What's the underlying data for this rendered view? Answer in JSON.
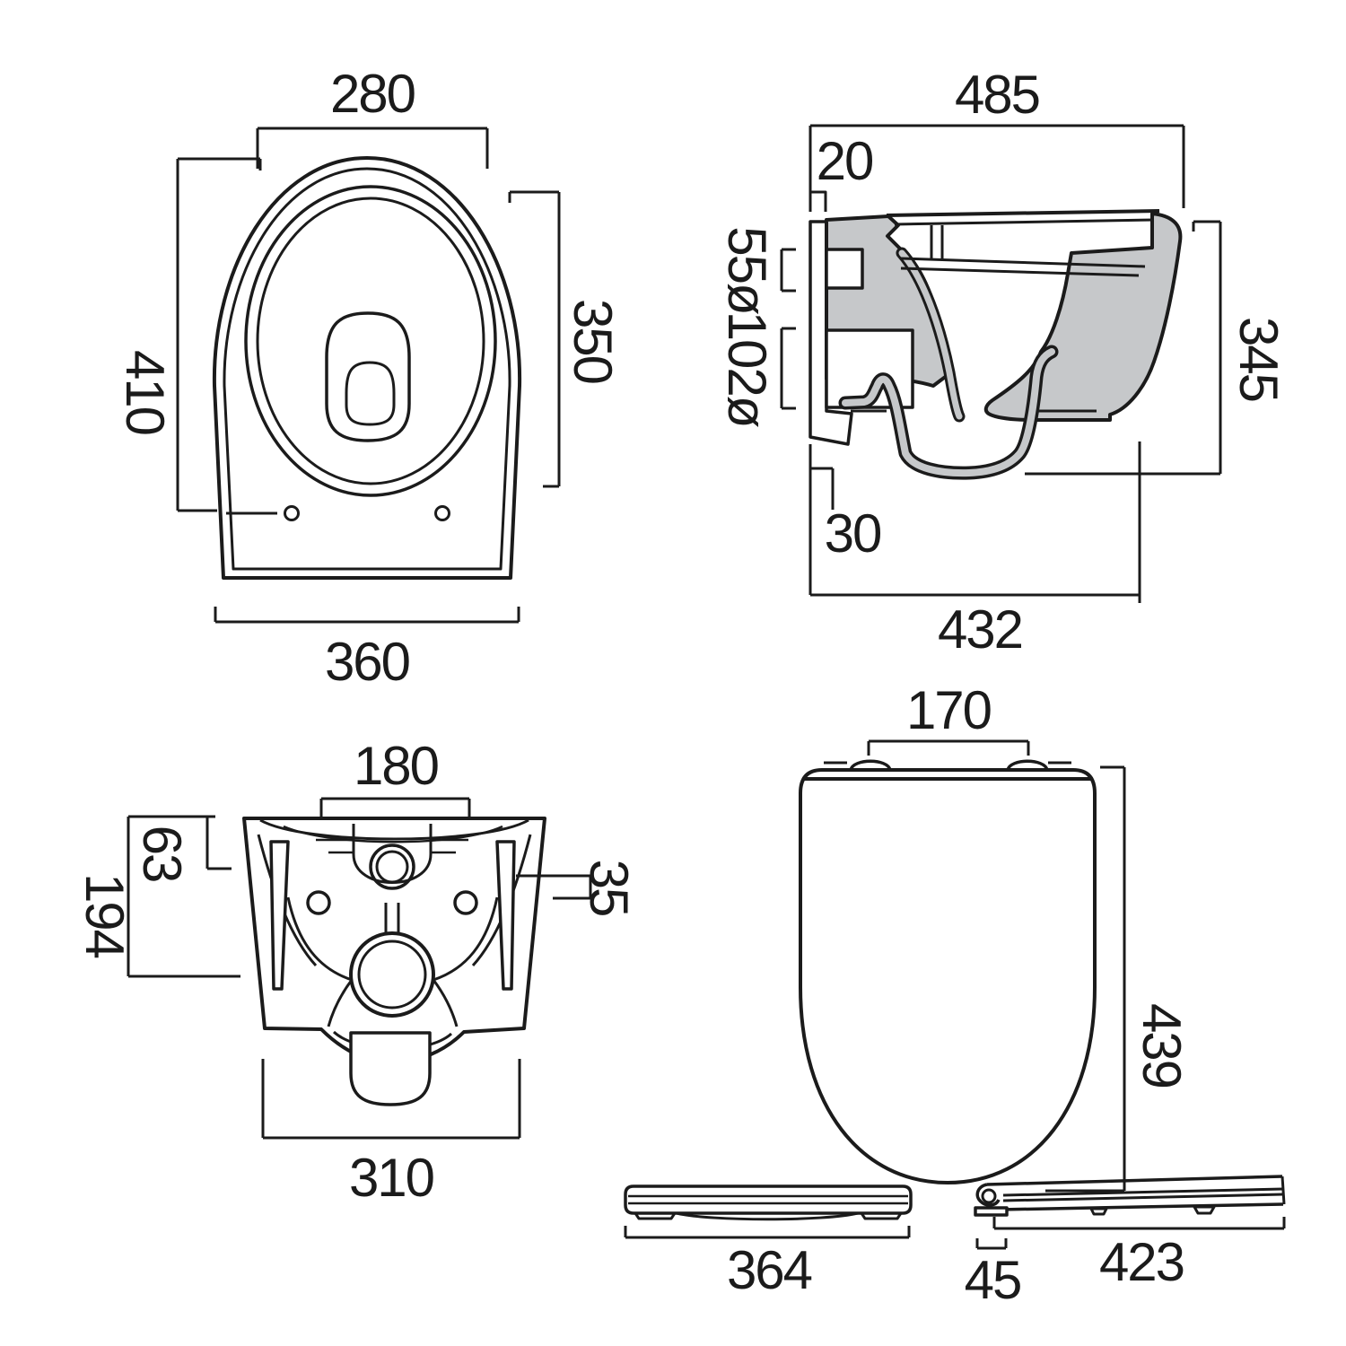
{
  "colors": {
    "line": "#1b1b1b",
    "ceramic_section_fill": "#c6c8ca",
    "background": "#ffffff"
  },
  "labels": {
    "plan": {
      "width_top": "280",
      "height_left": "410",
      "height_right": "350",
      "width_bottom": "360"
    },
    "section": {
      "depth_overall": "485",
      "wall_offset": "20",
      "inlet_diameter": "55ø",
      "outlet_diameter": "102ø",
      "height": "345",
      "floor_offset": "30",
      "depth_bowl": "432"
    },
    "rear": {
      "fixing_hole_centres": "180",
      "drop_upper": "63",
      "drop_lower": "194",
      "side_step": "35",
      "width": "310"
    },
    "seat_plan": {
      "hinge_centres": "170",
      "length": "439"
    },
    "seat_front": {
      "width": "364"
    },
    "seat_side": {
      "hinge_setback": "45",
      "length": "423"
    }
  }
}
